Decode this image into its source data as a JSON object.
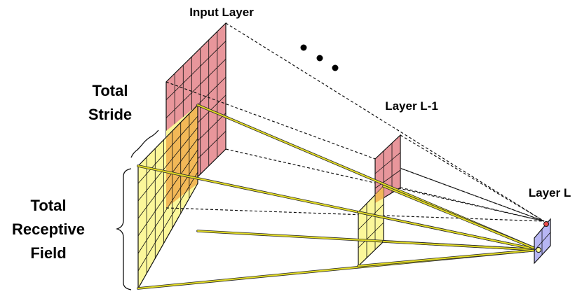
{
  "labels": {
    "input_layer": "Input Layer",
    "layer_l_minus_1": "Layer L-1",
    "layer_l": "Layer L",
    "total_stride_line1": "Total",
    "total_stride_line2": "Stride",
    "total_receptive_line1": "Total",
    "total_receptive_line2": "Receptive",
    "total_receptive_line3": "Field"
  },
  "colors": {
    "red_layer": "#e8969b",
    "yellow_layer": "#fbf79a",
    "overlap_orange": "#f2b857",
    "layer_l_fill": "#b7b6f4",
    "yellow_line": "#e3dc23",
    "grid_line": "#111111",
    "red_dot": "#e94b4b",
    "yellow_dot": "#fffd9c"
  },
  "icons": {
    "ellipsis": "three-dots-ellipsis-icon",
    "stride_brace": "curly-brace-icon",
    "receptive_brace": "curly-brace-icon"
  }
}
